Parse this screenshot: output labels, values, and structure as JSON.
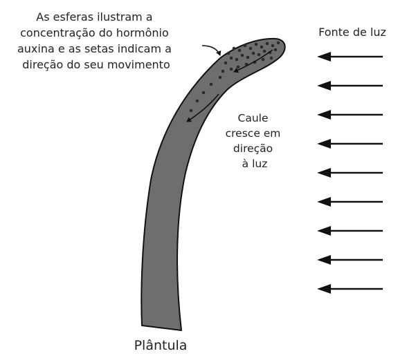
{
  "caption_lines": [
    "As esferas ilustram a",
    "concentração do hormônio",
    "auxina e as setas indicam a",
    "direção do seu movimento"
  ],
  "light_source_label": "Fonte de luz",
  "stem_lines": [
    "Caule",
    "cresce em",
    "direção",
    "à luz"
  ],
  "seedling_label": "Plântula",
  "light_arrow_count": 9,
  "colors": {
    "stem_fill": "#6e6e6e",
    "outline": "#111111",
    "dots": "#2b2b2b",
    "text": "#222222"
  }
}
